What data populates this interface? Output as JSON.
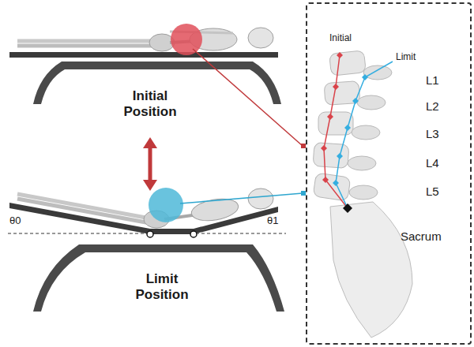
{
  "diagram": {
    "nodes": [
      {
        "text": [
          "Initial",
          "Limit",
          "L1",
          "L2",
          "L3",
          "L4",
          "L5",
          "Sacrum"
        ]
      }
    ],
    "labels": [
      "Initial Position",
      "Limit Position",
      "θ0",
      "θ1"
    ]
  }
}
